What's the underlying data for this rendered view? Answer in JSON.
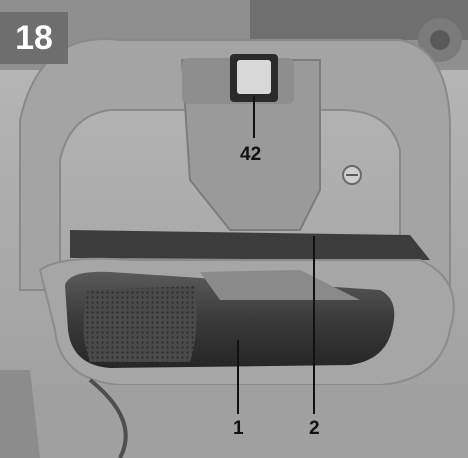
{
  "figure": {
    "number": "18"
  },
  "callouts": [
    {
      "label": "42"
    },
    {
      "label": "1"
    },
    {
      "label": "2"
    }
  ],
  "colors": {
    "badge": "#6e6e6e",
    "grip": "#3a3a3a",
    "housing": "#a8a8a8"
  }
}
